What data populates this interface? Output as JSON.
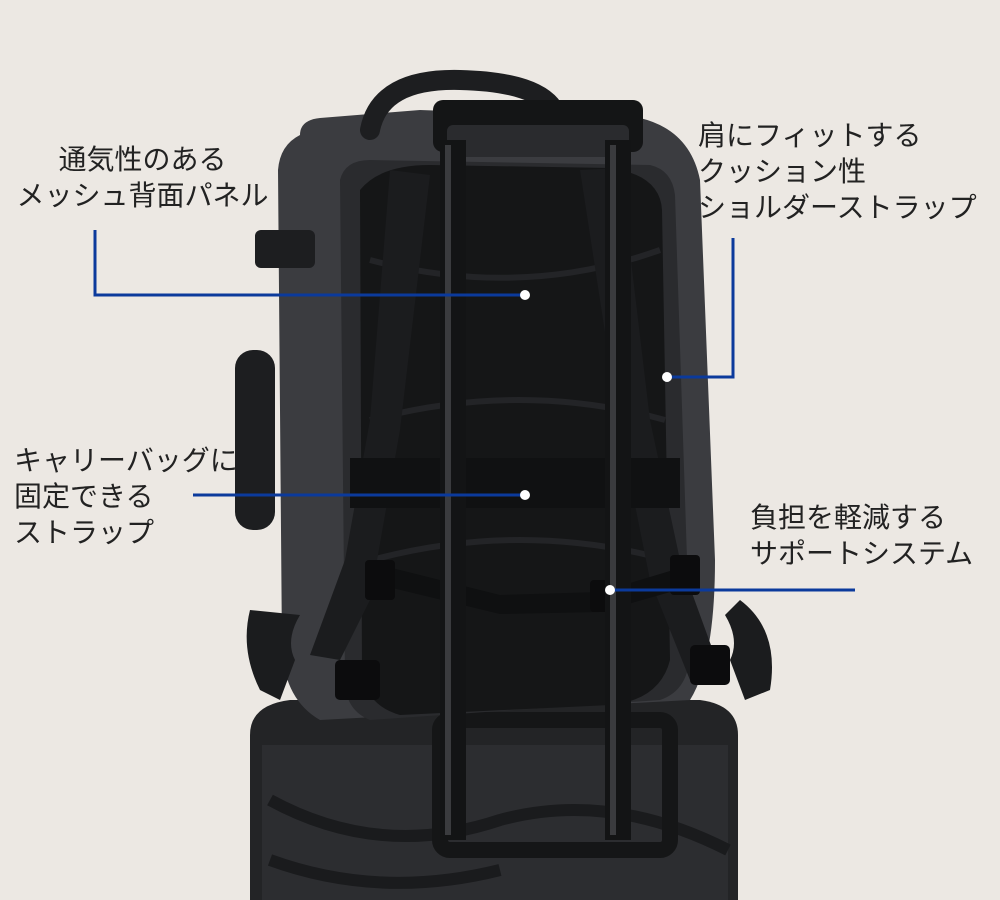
{
  "callouts": {
    "mesh_panel": [
      "通気性のある",
      "メッシュ背面パネル"
    ],
    "shoulder_straps": [
      "肩にフィットする",
      "クッション性",
      "ショルダーストラップ"
    ],
    "carry_strap": [
      "キャリーバッグに",
      "固定できる",
      "ストラップ"
    ],
    "support_system": [
      "負担を軽減する",
      "サポートシステム"
    ]
  },
  "colors": {
    "background": "#ece8e3",
    "leader_line": "#0b3a9c",
    "text": "#222222",
    "bag_body": "#3a3b3e",
    "bag_dark": "#1d1e20"
  }
}
